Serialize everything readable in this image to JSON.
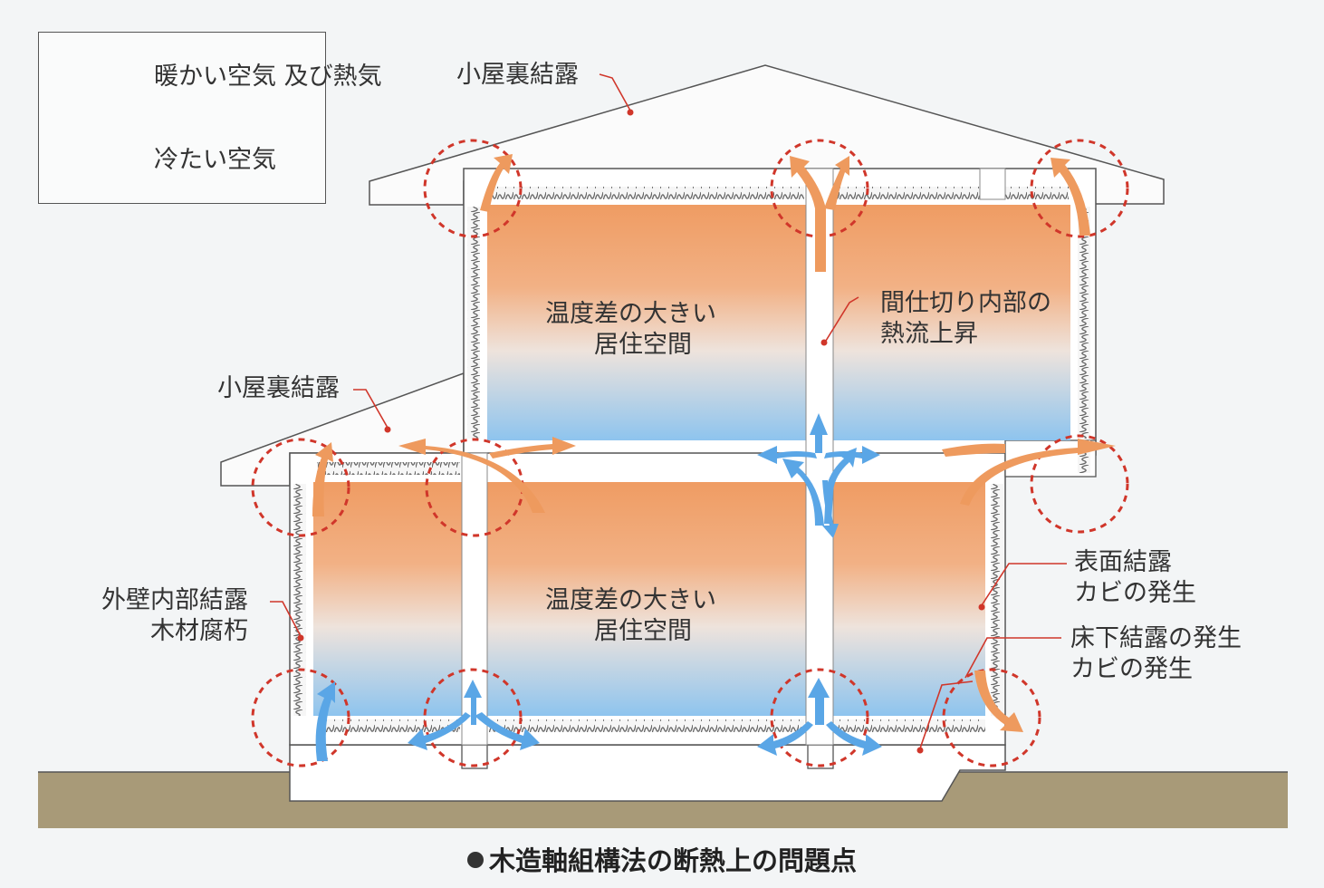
{
  "legend": {
    "warm": {
      "line1": "暖かい空気",
      "line2": "及び熱気",
      "color": "#ee9a5e"
    },
    "cold": {
      "label": "冷たい空気",
      "color": "#5aa6e6"
    }
  },
  "labels": {
    "roof_condensation_top": "小屋裏結露",
    "roof_condensation_lower": "小屋裏結露",
    "upper_room": {
      "line1": "温度差の大きい",
      "line2": "居住空間"
    },
    "partition": {
      "line1": "間仕切り内部の",
      "line2": "熱流上昇"
    },
    "lower_room": {
      "line1": "温度差の大きい",
      "line2": "居住空間"
    },
    "exterior_wall": {
      "line1": "外壁内部結露",
      "line2": "木材腐朽"
    },
    "surface": {
      "line1": "表面結露",
      "line2": "カビの発生"
    },
    "underfloor": {
      "line1": "床下結露の発生",
      "line2": "カビの発生"
    }
  },
  "caption": "木造軸組構法の断熱上の問題点",
  "colors": {
    "warm": "#ee9a5e",
    "cold": "#5aa6e6",
    "ground": "#a89a78",
    "marker": "#d0362a",
    "insulation": "#666666"
  }
}
